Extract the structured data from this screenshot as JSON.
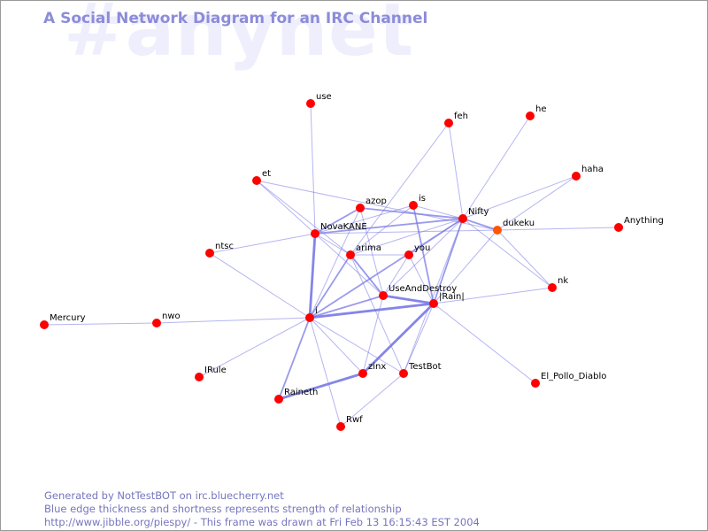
{
  "watermark": "#anynet",
  "title": "A Social Network Diagram for an IRC Channel",
  "footer": {
    "line1": "Generated by NotTestBOT on irc.bluecherry.net",
    "line2": "Blue edge thickness and shortness represents strength of relationship",
    "line3": "http://www.jibble.org/piespy/ - This frame was drawn at Fri Feb 13 16:15:43 EST 2004"
  },
  "colors": {
    "node": "#ff0000",
    "node_highlight": "#ff5500",
    "edge": "#7878e6",
    "title": "#8c8cd9",
    "watermark": "#eeeefd"
  },
  "nodes": [
    {
      "id": "use",
      "label": "use"
    },
    {
      "id": "feh",
      "label": "feh"
    },
    {
      "id": "he",
      "label": "he"
    },
    {
      "id": "haha",
      "label": "haha"
    },
    {
      "id": "et",
      "label": "et"
    },
    {
      "id": "azop",
      "label": "azop"
    },
    {
      "id": "is",
      "label": "is"
    },
    {
      "id": "Nifty",
      "label": "Nifty"
    },
    {
      "id": "dukeku",
      "label": "dukeku",
      "highlight": true
    },
    {
      "id": "Anything",
      "label": "Anything"
    },
    {
      "id": "NovaKANE",
      "label": "NovaKANE"
    },
    {
      "id": "ntsc",
      "label": "ntsc"
    },
    {
      "id": "arima",
      "label": "arima"
    },
    {
      "id": "you",
      "label": "you"
    },
    {
      "id": "nk",
      "label": "nk"
    },
    {
      "id": "UseAndDestroy",
      "label": "UseAndDestroy"
    },
    {
      "id": "Rain",
      "label": "|Rain|"
    },
    {
      "id": "Mercury",
      "label": "Mercury"
    },
    {
      "id": "nwo",
      "label": "nwo"
    },
    {
      "id": "i",
      "label": "i"
    },
    {
      "id": "IRule",
      "label": "IRule"
    },
    {
      "id": "zinx",
      "label": "zinx"
    },
    {
      "id": "TestBot",
      "label": "TestBot"
    },
    {
      "id": "El_Pollo_Diablo",
      "label": "El_Pollo_Diablo"
    },
    {
      "id": "Raineth",
      "label": "Raineth"
    },
    {
      "id": "Rwf",
      "label": "Rwf"
    }
  ],
  "edges": [
    {
      "from": "use",
      "to": "NovaKANE",
      "weight": 1
    },
    {
      "from": "feh",
      "to": "Nifty",
      "weight": 1
    },
    {
      "from": "feh",
      "to": "arima",
      "weight": 1
    },
    {
      "from": "he",
      "to": "Nifty",
      "weight": 1
    },
    {
      "from": "haha",
      "to": "Nifty",
      "weight": 1
    },
    {
      "from": "haha",
      "to": "dukeku",
      "weight": 1
    },
    {
      "from": "et",
      "to": "NovaKANE",
      "weight": 1
    },
    {
      "from": "et",
      "to": "dukeku",
      "weight": 1
    },
    {
      "from": "et",
      "to": "arima",
      "weight": 1
    },
    {
      "from": "azop",
      "to": "Nifty",
      "weight": 2
    },
    {
      "from": "azop",
      "to": "NovaKANE",
      "weight": 2
    },
    {
      "from": "azop",
      "to": "UseAndDestroy",
      "weight": 1
    },
    {
      "from": "azop",
      "to": "i",
      "weight": 1
    },
    {
      "from": "is",
      "to": "NovaKANE",
      "weight": 1
    },
    {
      "from": "is",
      "to": "arima",
      "weight": 1
    },
    {
      "from": "is",
      "to": "Rain",
      "weight": 2
    },
    {
      "from": "is",
      "to": "Nifty",
      "weight": 1
    },
    {
      "from": "Nifty",
      "to": "dukeku",
      "weight": 2
    },
    {
      "from": "Nifty",
      "to": "NovaKANE",
      "weight": 2
    },
    {
      "from": "Nifty",
      "to": "arima",
      "weight": 1
    },
    {
      "from": "Nifty",
      "to": "you",
      "weight": 1
    },
    {
      "from": "Nifty",
      "to": "Rain",
      "weight": 2
    },
    {
      "from": "Nifty",
      "to": "UseAndDestroy",
      "weight": 1
    },
    {
      "from": "Nifty",
      "to": "i",
      "weight": 2
    },
    {
      "from": "Nifty",
      "to": "nk",
      "weight": 1
    },
    {
      "from": "Nifty",
      "to": "TestBot",
      "weight": 1
    },
    {
      "from": "dukeku",
      "to": "Anything",
      "weight": 1
    },
    {
      "from": "dukeku",
      "to": "nk",
      "weight": 1
    },
    {
      "from": "dukeku",
      "to": "NovaKANE",
      "weight": 1
    },
    {
      "from": "dukeku",
      "to": "Rain",
      "weight": 1
    },
    {
      "from": "NovaKANE",
      "to": "ntsc",
      "weight": 1
    },
    {
      "from": "NovaKANE",
      "to": "arima",
      "weight": 1
    },
    {
      "from": "NovaKANE",
      "to": "i",
      "weight": 3
    },
    {
      "from": "NovaKANE",
      "to": "UseAndDestroy",
      "weight": 1
    },
    {
      "from": "ntsc",
      "to": "i",
      "weight": 1
    },
    {
      "from": "arima",
      "to": "you",
      "weight": 1
    },
    {
      "from": "arima",
      "to": "UseAndDestroy",
      "weight": 2
    },
    {
      "from": "arima",
      "to": "i",
      "weight": 2
    },
    {
      "from": "arima",
      "to": "TestBot",
      "weight": 1
    },
    {
      "from": "you",
      "to": "UseAndDestroy",
      "weight": 1
    },
    {
      "from": "you",
      "to": "Rain",
      "weight": 1
    },
    {
      "from": "UseAndDestroy",
      "to": "Rain",
      "weight": 3
    },
    {
      "from": "UseAndDestroy",
      "to": "i",
      "weight": 2
    },
    {
      "from": "UseAndDestroy",
      "to": "zinx",
      "weight": 1
    },
    {
      "from": "Rain",
      "to": "i",
      "weight": 3
    },
    {
      "from": "Rain",
      "to": "zinx",
      "weight": 3
    },
    {
      "from": "Rain",
      "to": "TestBot",
      "weight": 1
    },
    {
      "from": "Rain",
      "to": "El_Pollo_Diablo",
      "weight": 1
    },
    {
      "from": "Rain",
      "to": "nk",
      "weight": 1
    },
    {
      "from": "i",
      "to": "nwo",
      "weight": 1
    },
    {
      "from": "i",
      "to": "IRule",
      "weight": 1
    },
    {
      "from": "i",
      "to": "Raineth",
      "weight": 2
    },
    {
      "from": "i",
      "to": "zinx",
      "weight": 1
    },
    {
      "from": "i",
      "to": "TestBot",
      "weight": 1
    },
    {
      "from": "i",
      "to": "Rwf",
      "weight": 1
    },
    {
      "from": "nwo",
      "to": "Mercury",
      "weight": 1
    },
    {
      "from": "zinx",
      "to": "Raineth",
      "weight": 3
    },
    {
      "from": "TestBot",
      "to": "Rwf",
      "weight": 1
    }
  ]
}
